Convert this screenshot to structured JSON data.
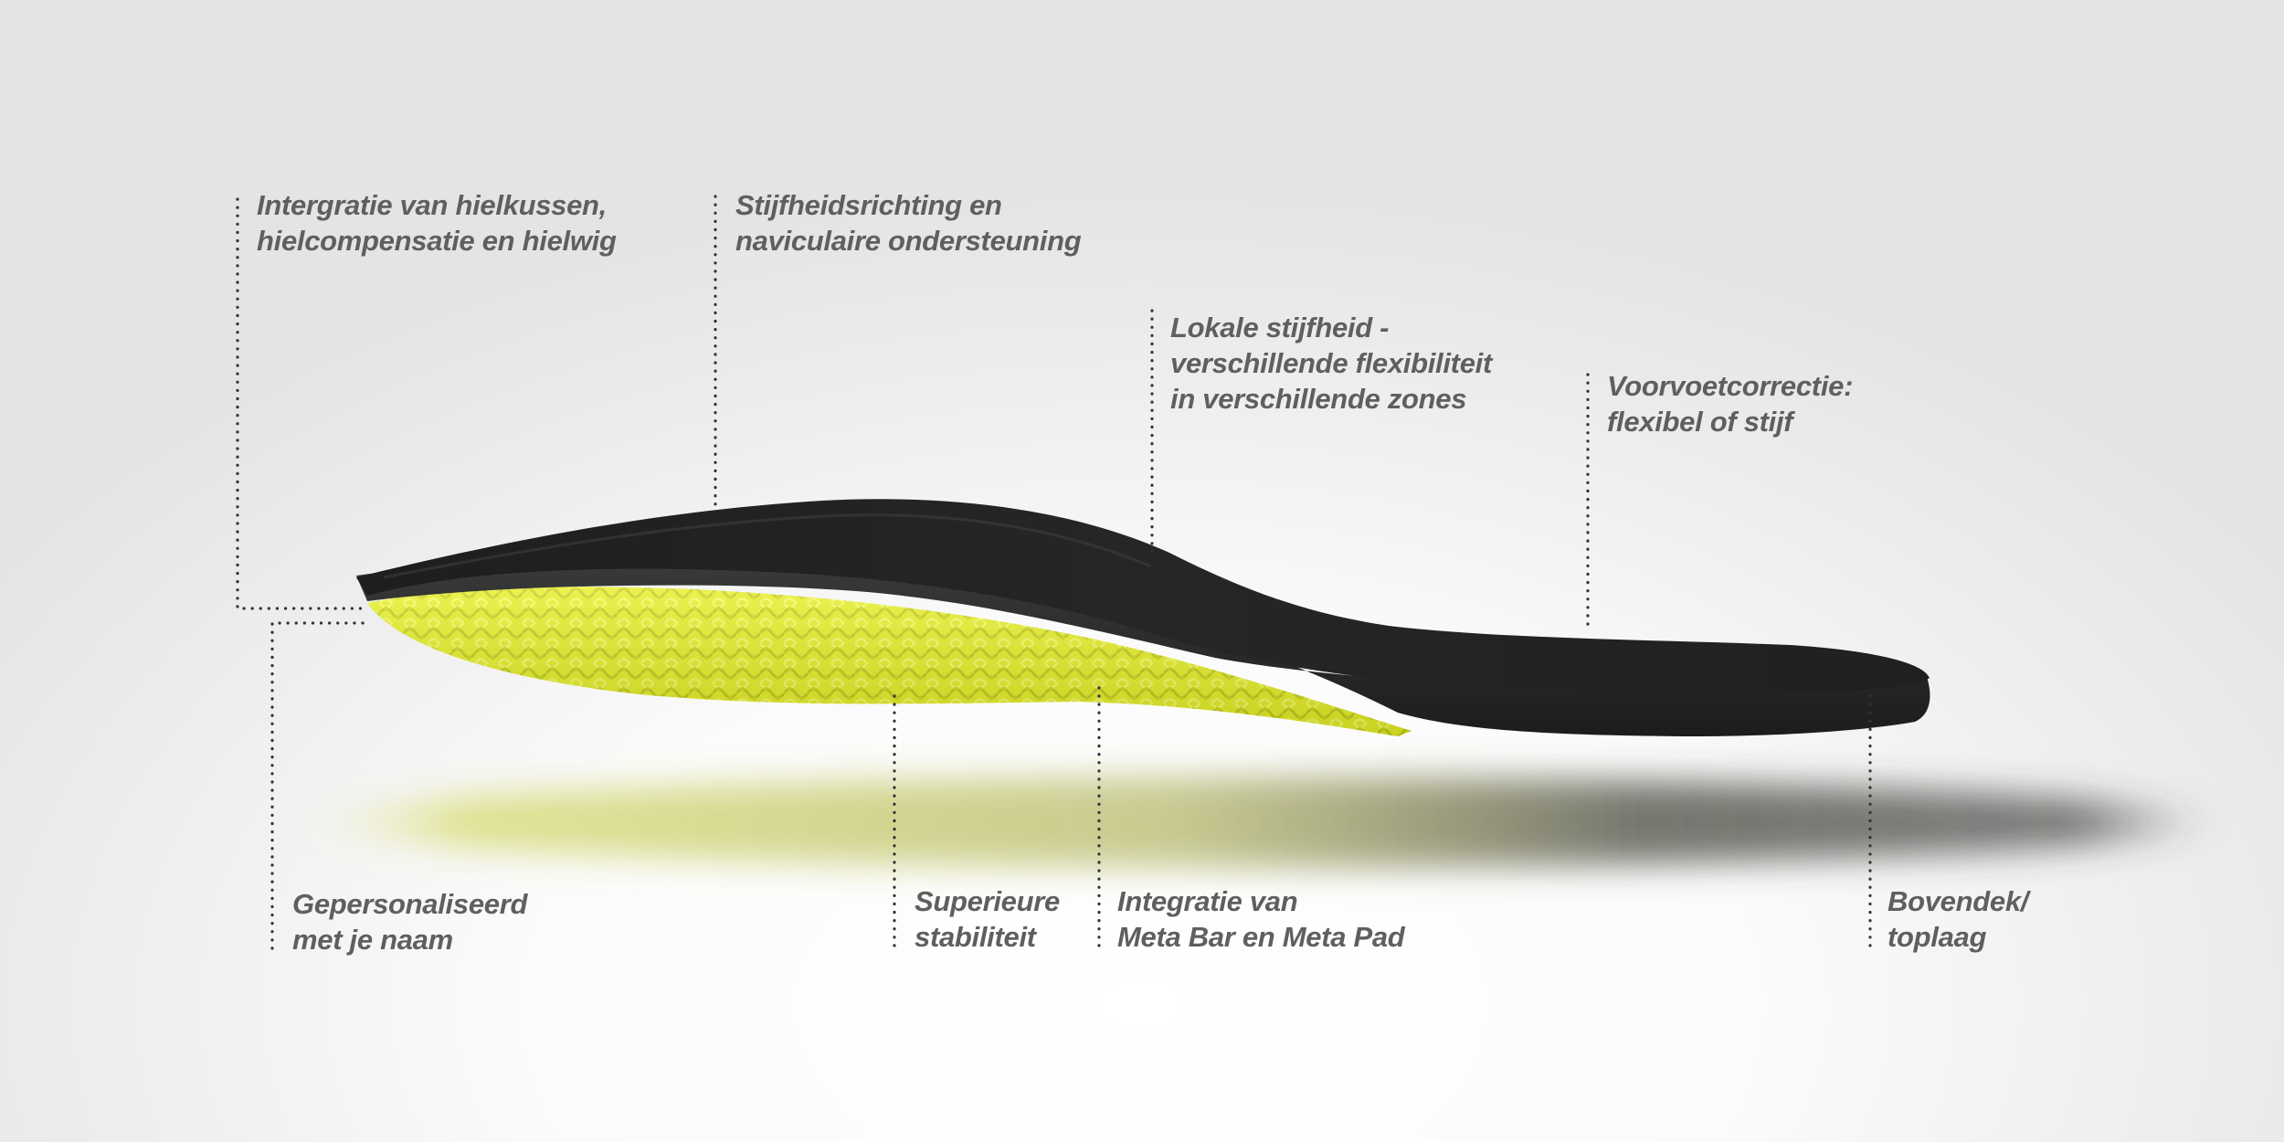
{
  "colors": {
    "background": "#f2f2f2",
    "insole_top": "#232323",
    "insole_shell": "#2c2c2c",
    "lattice": "#e6ef2f",
    "label_text": "#5f5f5f",
    "leader_line": "#333333"
  },
  "labels": {
    "heel_integration": [
      "Intergratie van hielkussen,",
      "hielcompensatie en hielwig"
    ],
    "stiffness_direction": [
      "Stijfheidsrichting en",
      "naviculaire ondersteuning"
    ],
    "local_stiffness": [
      "Lokale stijfheid -",
      "verschillende flexibiliteit",
      "in verschillende zones"
    ],
    "forefoot_correction": [
      "Voorvoetcorrectie:",
      "flexibel of stijf"
    ],
    "personalized": [
      "Gepersonaliseerd",
      "met je naam"
    ],
    "stability": [
      "Superieure",
      "stabiliteit"
    ],
    "meta_integration": [
      "Integratie van",
      "Meta Bar en Meta Pad"
    ],
    "top_layer": [
      "Bovendek/",
      "toplaag"
    ]
  }
}
